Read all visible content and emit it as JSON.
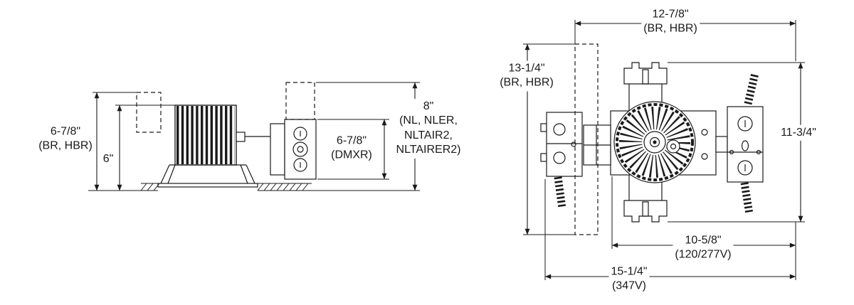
{
  "side": {
    "dim_overall": {
      "lines": [
        "6-7/8\"",
        "(BR, HBR)"
      ]
    },
    "dim_inner": {
      "lines": [
        "6\""
      ]
    },
    "dim_dmxr": {
      "lines": [
        "6-7/8\"",
        "(DMXR)"
      ]
    },
    "dim_nl": {
      "lines": [
        "8\"",
        "(NL, NLER,",
        "NLTAIR2,",
        "NLTAIRER2)"
      ]
    }
  },
  "top": {
    "dim_width": {
      "lines": [
        "12-7/8\"",
        "(BR, HBR)"
      ]
    },
    "dim_left_height": {
      "lines": [
        "13-1/4\"",
        "(BR, HBR)"
      ]
    },
    "dim_right_height": {
      "lines": [
        "11-3/4\""
      ]
    },
    "dim_width_120": {
      "lines": [
        "10-5/8\"",
        "(120/277V)"
      ]
    },
    "dim_width_347": {
      "lines": [
        "15-1/4\"",
        "(347V)"
      ]
    }
  },
  "colors": {
    "line": "#1a1a1a",
    "background": "#ffffff"
  }
}
